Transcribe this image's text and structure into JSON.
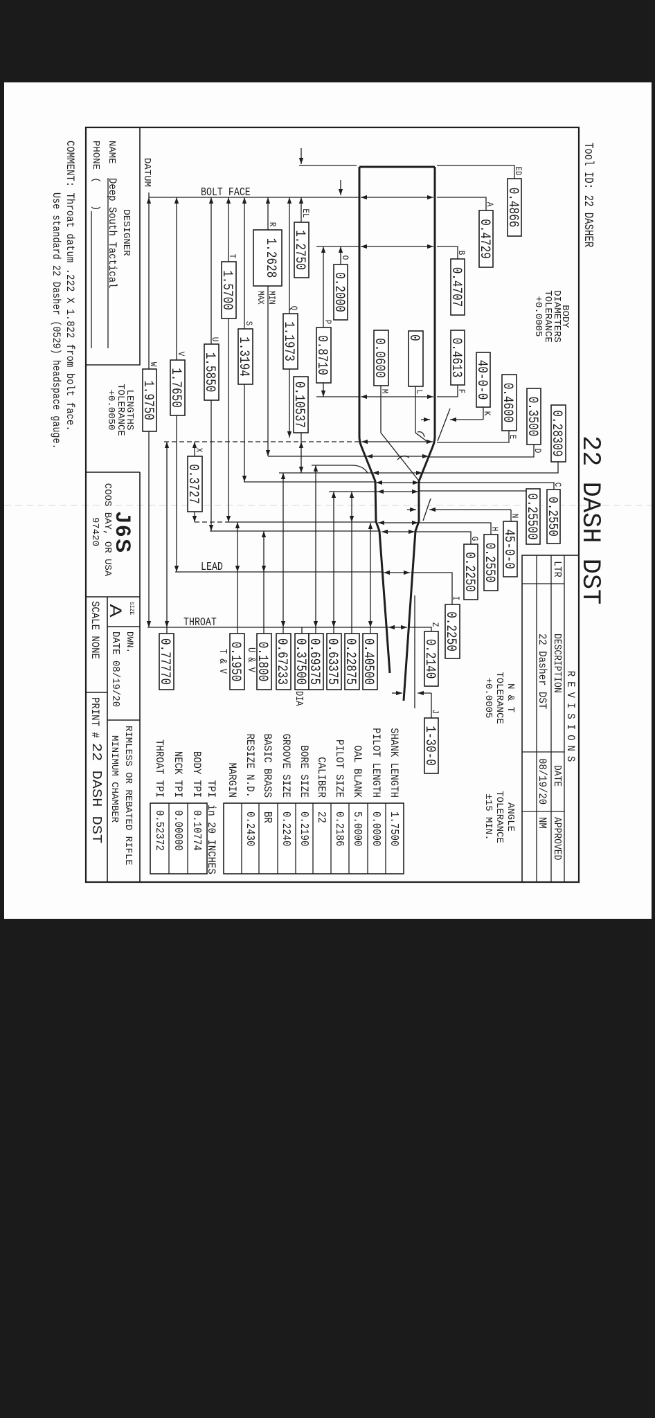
{
  "header": {
    "tool_id": "Tool ID: 22 DASHER",
    "title": "22 DASH DST"
  },
  "tolerance_notes": {
    "body_diameters": [
      "BODY",
      "DIAMETERS",
      "TOLERANCE",
      "+0.0005"
    ],
    "neck_throat": [
      "N & T",
      "TOLERANCE",
      "+0.0005"
    ],
    "angle": [
      "ANGLE",
      "TOLERANCE",
      "±15 MIN."
    ],
    "lengths": [
      "LENGTHS",
      "TOLERANCE",
      "+0.0050"
    ]
  },
  "reference_lines": {
    "datum": "DATUM",
    "bolt_face": "BOLT FACE",
    "lead": "LEAD",
    "throat": "THROAT"
  },
  "diameters": {
    "ED": {
      "label": "ED",
      "value": "0.4866"
    },
    "A": {
      "label": "A",
      "value": "0.4729"
    },
    "B": {
      "label": "B",
      "value": "0.4707"
    },
    "F": {
      "label": "F",
      "value": "0.4613"
    },
    "L": {
      "label": "L",
      "value": "0"
    },
    "M": {
      "label": "M",
      "value": "0.0600"
    },
    "K": {
      "label": "K",
      "value": "40-0-0"
    },
    "E": {
      "label": "E",
      "value": "0.4600"
    },
    "D": {
      "label": "D",
      "value": "0.3500"
    },
    "unlabeled_a": {
      "value": "0.28309"
    },
    "C": {
      "label": "C",
      "value": "0.2550"
    },
    "unlabeled_b": {
      "value": "0.25500"
    },
    "N": {
      "label": "N",
      "value": "45-0-0"
    },
    "H": {
      "label": "H",
      "value": "0.2550"
    },
    "G": {
      "label": "G",
      "value": "0.2250"
    },
    "I": {
      "label": "I",
      "value": "0.2250"
    },
    "Z": {
      "label": "Z",
      "value": "0.2140"
    },
    "J": {
      "label": "J",
      "value": "1-30-0"
    }
  },
  "lengths": {
    "W": {
      "label": "W",
      "value": "1.9750"
    },
    "V": {
      "label": "V",
      "value": "1.7650"
    },
    "U": {
      "label": "U",
      "value": "1.5850"
    },
    "T": {
      "label": "T",
      "value": "1.5700"
    },
    "S": {
      "label": "S",
      "value": "1.3194"
    },
    "R": {
      "label": "R",
      "value": "1.2628",
      "notes": [
        "MIN",
        "MAX"
      ]
    },
    "Q": {
      "label": "Q",
      "value": "1.1973"
    },
    "EL": {
      "label": "EL",
      "value": "1.2750"
    },
    "P": {
      "label": "P",
      "value": "0.8710"
    },
    "O": {
      "label": "O",
      "value": "0.2000"
    },
    "X": {
      "label": "X",
      "value": "0.3727"
    },
    "unlabeled": {
      "value": "0.10537"
    }
  },
  "throat_dims": [
    {
      "value": "0.77770"
    },
    {
      "value": "0.1950",
      "note": "T & V"
    },
    {
      "value": "0.1800",
      "note": "U & V"
    },
    {
      "value": "0.67233"
    },
    {
      "value": "0.37500",
      "note": "DIA"
    },
    {
      "value": "0.69375"
    },
    {
      "value": "0.63375"
    },
    {
      "value": "0.22875"
    },
    {
      "value": "0.40500"
    }
  ],
  "specs": [
    {
      "label": "SHANK LENGTH",
      "value": "1.7500"
    },
    {
      "label": "PILOT LENGTH",
      "value": "0.0000"
    },
    {
      "label": "OAL BLANK",
      "value": "5.0000"
    },
    {
      "label": "PILOT SIZE",
      "value": "0.2186"
    },
    {
      "label": "CALIBER",
      "value": "22"
    },
    {
      "label": "BORE SIZE",
      "value": "0.2190"
    },
    {
      "label": "GROOVE SIZE",
      "value": "0.2240"
    },
    {
      "label": "BASIC BRASS",
      "value": "BR"
    },
    {
      "label": "RESIZE N.D.",
      "value": "0.2430"
    },
    {
      "label": "MARGIN",
      "value": ""
    }
  ],
  "tpi": {
    "header_label": "TPI",
    "header_note": "in 20 INCHES",
    "rows": [
      {
        "label": "BODY TPI",
        "value": "0.10774"
      },
      {
        "label": "NECK TPI",
        "value": "0.00000"
      },
      {
        "label": "THROAT TPI",
        "value": "0.52372"
      }
    ]
  },
  "revisions": {
    "title": "REVISIONS",
    "columns": {
      "ltr": "LTR",
      "description": "DESCRIPTION",
      "date": "DATE",
      "approved": "APPROVED"
    },
    "rows": [
      {
        "ltr": "",
        "description": "22 Dasher DST",
        "date": "08/19/20",
        "approved": "NM"
      }
    ]
  },
  "designer": {
    "heading": "DESIGNER",
    "name_label": "NAME",
    "name": "Deep South Tactical",
    "phone_label": "PHONE",
    "phone_open": "(",
    "phone_close": ")"
  },
  "title_block": {
    "logo": "J6S",
    "location": "COOS BAY, OR USA",
    "zip": "97420",
    "size_label": "SIZE",
    "size": "A",
    "dwn_label": "DWN.",
    "date": "DATE 08/19/20",
    "description": [
      "RIMLESS OR REBATED RIFLE",
      "MINIMUM CHAMBER"
    ],
    "scale": "SCALE  NONE",
    "print_label": "PRINT #",
    "print_number": "22 DASH DST"
  },
  "comment": {
    "line1": "COMMENT: Throat datum .222 X 1.822 from bolt face.",
    "line2": "Use standard 22 Dasher (0529) headspace gauge."
  }
}
